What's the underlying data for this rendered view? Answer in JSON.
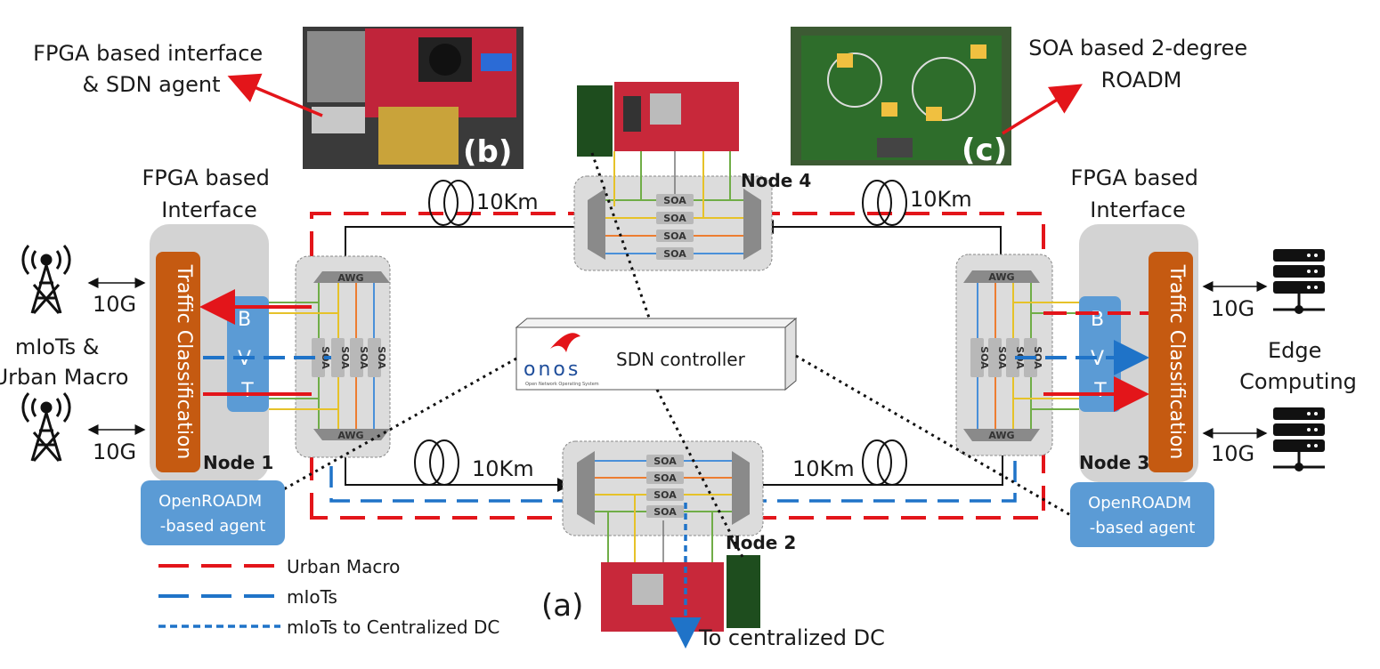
{
  "labels": {
    "fpga_sdn": [
      "FPGA based interface",
      "& SDN agent"
    ],
    "soa_roadm": [
      "SOA based 2-degree",
      "ROADM"
    ],
    "fpga_left": [
      "FPGA based",
      "Interface"
    ],
    "fpga_right": [
      "FPGA based",
      "Interface"
    ],
    "photo_b": "(b)",
    "photo_c": "(c)",
    "label_a": "(a)",
    "node1": "Node 1",
    "node2": "Node 2",
    "node3": "Node 3",
    "node4": "Node 4",
    "fiber_top_left": "10Km",
    "fiber_top_right": "10Km",
    "fiber_bottom_left": "10Km",
    "fiber_bottom_right": "10Km",
    "rate_left_top": "10G",
    "rate_left_bottom": "10G",
    "rate_right_top": "10G",
    "rate_right_bottom": "10G",
    "left_users": [
      "mIoTs &",
      "Urban Macro"
    ],
    "right_users": [
      "Edge",
      "Computing"
    ],
    "traffic_classification": "Traffic Classification",
    "bvt": [
      "B",
      "V",
      "T"
    ],
    "sdn_controller": "SDN controller",
    "onos_logo": "onos",
    "onos_sub": "Open Network Operating System",
    "agent": [
      "OpenROADM",
      "-based agent"
    ],
    "awg": "AWG",
    "soa": "SOA",
    "to_dc": "To centralized DC"
  },
  "legend": [
    {
      "label": "Urban Macro",
      "color": "#e3151a",
      "style": "long-dash"
    },
    {
      "label": "mIoTs",
      "color": "#1f73c8",
      "style": "long-dash"
    },
    {
      "label": "mIoTs to Centralized DC",
      "color": "#1f73c8",
      "style": "short-dash"
    }
  ],
  "colors": {
    "urban_macro": "#e3151a",
    "miots": "#1f73c8",
    "traffic_classification": "#c55a11",
    "bvt": "#5b9bd5",
    "agent": "#5b9bd5",
    "node_gray": "#d9d9d9",
    "wavelength_green": "#70ad47",
    "wavelength_yellow": "#e6c229",
    "wavelength_orange": "#ed7d31",
    "wavelength_blue": "#4a90d9"
  }
}
